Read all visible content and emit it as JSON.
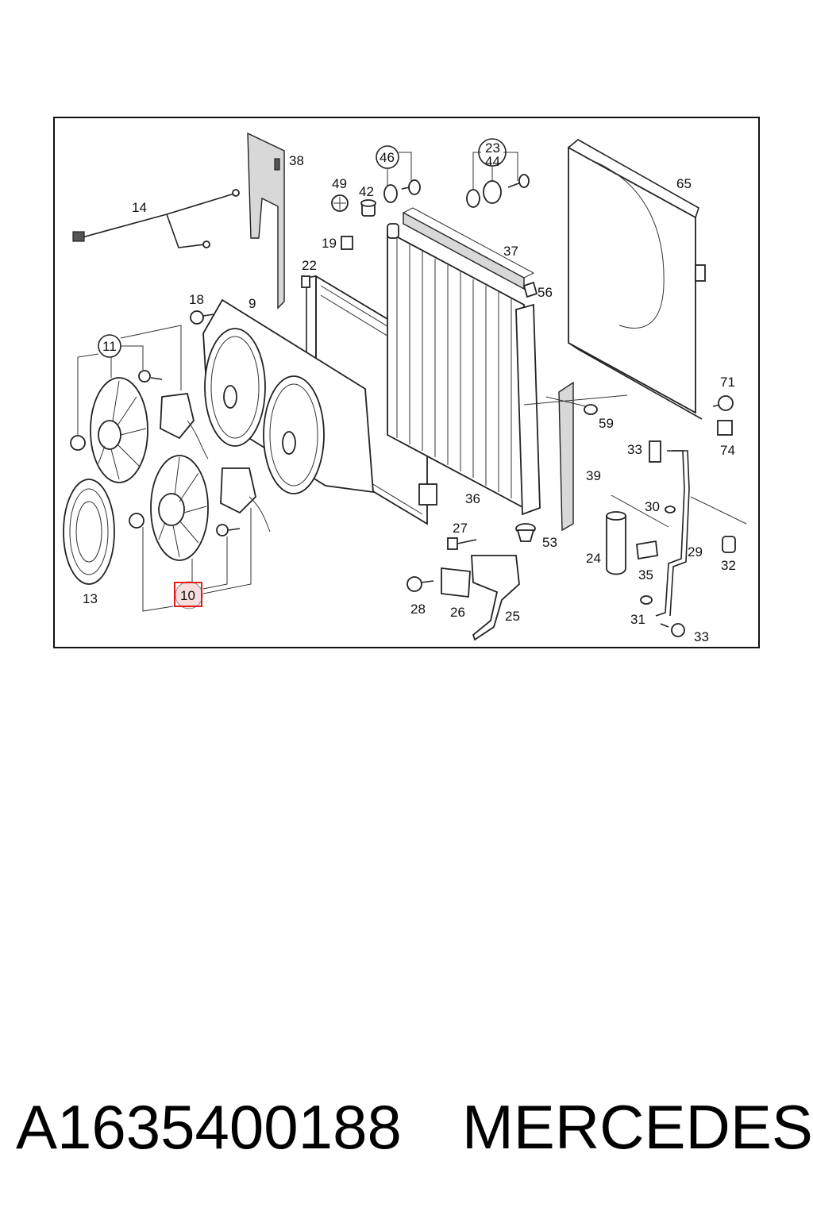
{
  "footer": {
    "part_number": "A1635400188",
    "brand": "MERCEDES"
  },
  "labels": {
    "p9": "9",
    "p10": "10",
    "p11": "11",
    "p13": "13",
    "p14": "14",
    "p18": "18",
    "p19": "19",
    "p22": "22",
    "p23": "23",
    "p24": "24",
    "p25": "25",
    "p26": "26",
    "p27": "27",
    "p28": "28",
    "p29": "29",
    "p30": "30",
    "p31": "31",
    "p32": "32",
    "p33a": "33",
    "p33b": "33",
    "p35": "35",
    "p36": "36",
    "p37": "37",
    "p38": "38",
    "p39": "39",
    "p42": "42",
    "p44": "44",
    "p46": "46",
    "p49": "49",
    "p53": "53",
    "p56": "56",
    "p59": "59",
    "p65": "65",
    "p71": "71",
    "p74": "74"
  },
  "highlighted_part": "10",
  "colors": {
    "highlight": "#e21b1b",
    "highlight_fill": "#f7dede",
    "ink": "#222222"
  }
}
